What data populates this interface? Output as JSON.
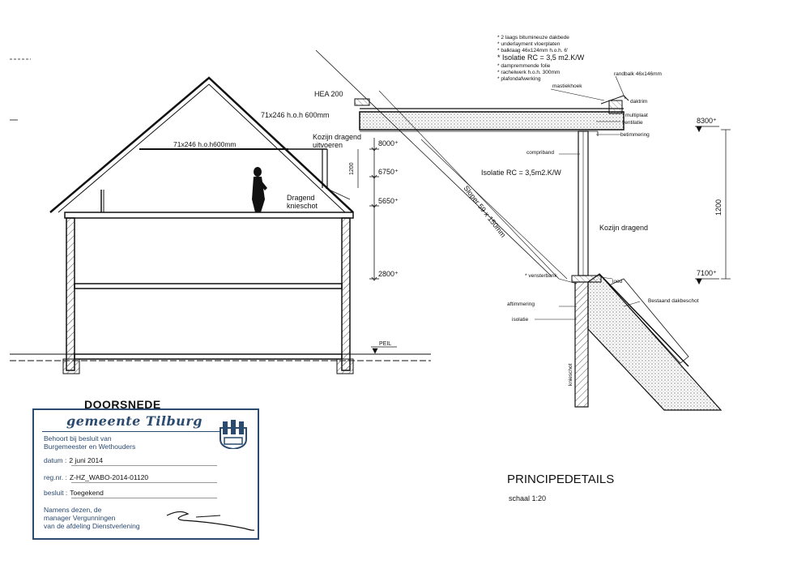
{
  "section": {
    "title": "DOORSNEDE",
    "beam_upper": "71x246 h.o.h 600mm",
    "beam_lower": "71x246 h.o.h600mm",
    "hea": "HEA 200",
    "kozijn": [
      "Kozijn dragend",
      "uitvoeren"
    ],
    "knieschot": [
      "Dragend",
      "knieschot"
    ],
    "dim_1200": "1200",
    "levels": [
      "8000⁺",
      "6750⁺",
      "5650⁺",
      "2800⁺"
    ],
    "peil": "PEIL"
  },
  "detail": {
    "title": "PRINCIPEDETAILS",
    "scale": "schaal 1:20",
    "spec": [
      "* 2 laags bitumineuze dakbede",
      "* underlayment vloerplaten",
      "* balklaag 46x124mm  h.o.h. 6'",
      "* Isolatie  RC  = 3,5 m2.K/W",
      "* dampremmende folie",
      "* rachelwerk h.o.h. 300mm",
      "* plafondafwerking"
    ],
    "labels": {
      "randbalk": "randbalk 46x146mm",
      "mastiek": "mastiekhoek",
      "daktrim": "daktrim",
      "multiplaat": "multiplaat",
      "ventilatie": "ventilatie",
      "betimmering": "betimmering",
      "compriband": "compriband",
      "isolatie": "Isolatie RC = 3,5m2.K/W",
      "sloper": "Sloper 59 x 150mm",
      "kozijn": "Kozijn dragend",
      "vensterbank": "* vensterbank",
      "lood": "lood",
      "dakbeschot": "Bestaand dakbeschot",
      "aftimmering": "aftimmering",
      "isolatie2": "isolatie",
      "knieschot": "knieschot"
    },
    "levels": [
      "8300⁺",
      "7100⁺"
    ],
    "dim_1200": "1200"
  },
  "stamp": {
    "org": "gemeente Tilburg",
    "line1": "Behoort bij besluit van",
    "line2": "Burgemeester en Wethouders",
    "datum_label": "datum :",
    "datum": "2 juni 2014",
    "reg_label": "reg.nr. :",
    "reg": "Z-HZ_WABO-2014-01120",
    "besluit_label": "besluit :",
    "besluit": "Toegekend",
    "footer": [
      "Namens dezen, de",
      "manager Vergunningen",
      "van de afdeling Dienstverlening"
    ]
  },
  "colors": {
    "ink": "#111111",
    "stamp": "#2b4a6f",
    "hatch": "#555555"
  }
}
